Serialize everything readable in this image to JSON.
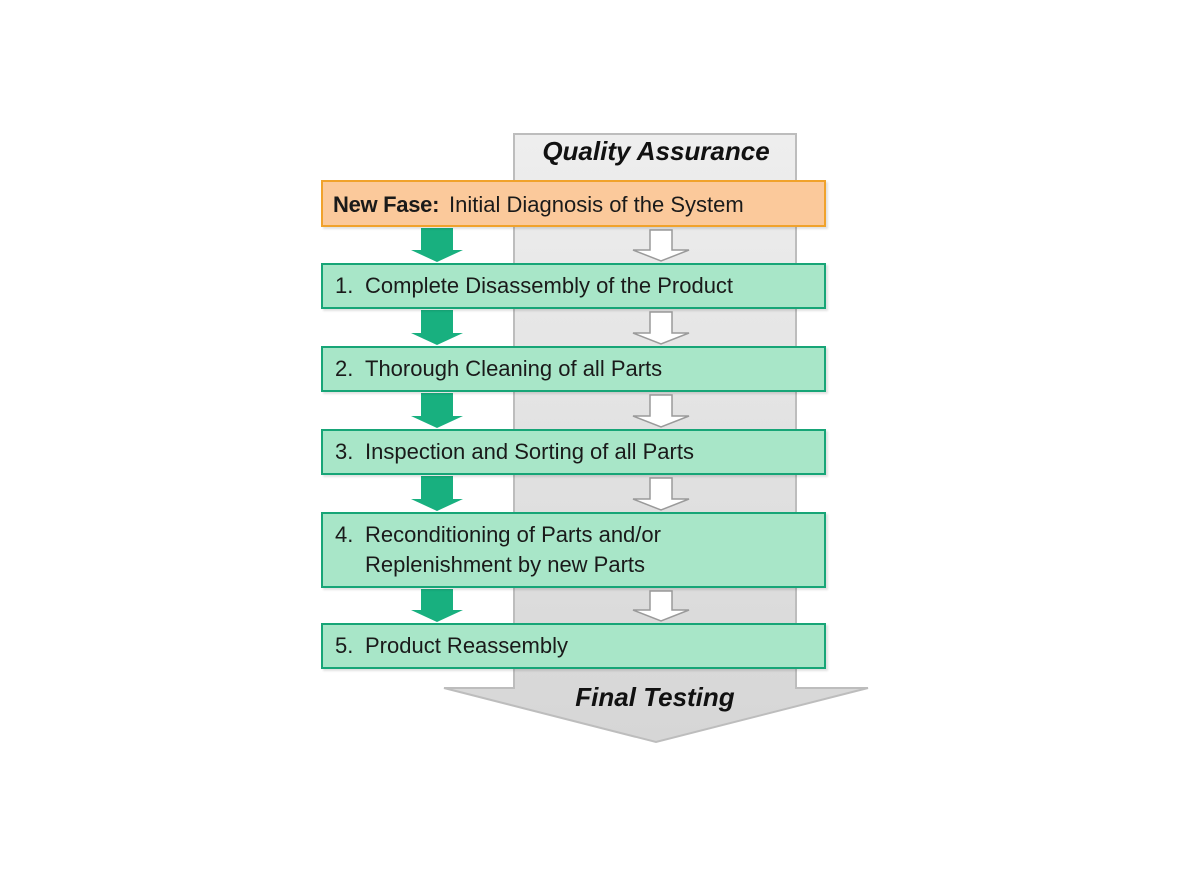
{
  "column": {
    "title": "Quality Assurance",
    "footer": "Final Testing"
  },
  "start_step": {
    "lead": "New Fase:",
    "text": "Initial Diagnosis of the System"
  },
  "steps": [
    {
      "number": "1.",
      "line1": "Complete Disassembly of the Product",
      "line2": ""
    },
    {
      "number": "2.",
      "line1": "Thorough Cleaning of all Parts",
      "line2": ""
    },
    {
      "number": "3.",
      "line1": "Inspection and Sorting of all Parts",
      "line2": ""
    },
    {
      "number": "4.",
      "line1": "Reconditioning of Parts and/or",
      "line2": "Replenishment by new Parts"
    },
    {
      "number": "5.",
      "line1": "Product Reassembly",
      "line2": ""
    }
  ],
  "colors": {
    "step_fill": "#a8e6c8",
    "step_border": "#17a577",
    "start_fill": "#fbc99b",
    "start_border": "#f0a22c",
    "flow_arrow": "#18b07f",
    "qa_column": "#e6e6e6"
  },
  "icons": {
    "flow_arrow": "down-arrow-icon",
    "qa_arrow": "hollow-down-arrow-icon"
  }
}
